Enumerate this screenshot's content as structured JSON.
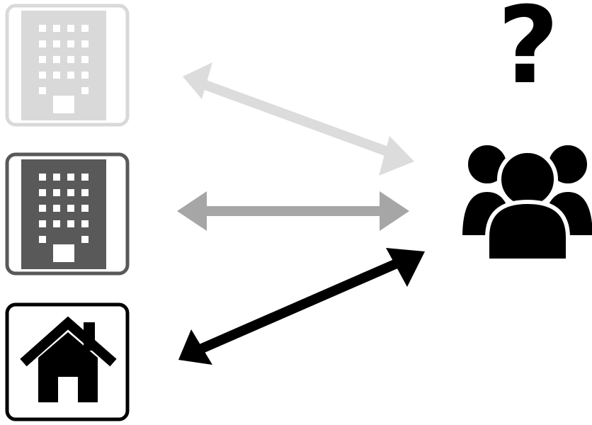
{
  "diagram": {
    "question_mark": "?",
    "colors": {
      "office_faded": "#d9d9d9",
      "office_medium": "#595959",
      "arrow_faded": "#dcdcdc",
      "arrow_medium": "#a6a6a6",
      "home": "#000000",
      "group": "#000000",
      "background": "#ffffff"
    },
    "nodes": [
      {
        "id": "office-building-faded",
        "icon": "office-building-icon",
        "shade": "office_faded"
      },
      {
        "id": "office-building",
        "icon": "office-building-icon",
        "shade": "office_medium"
      },
      {
        "id": "home",
        "icon": "home-icon",
        "shade": "home"
      },
      {
        "id": "people-group",
        "icon": "people-group-icon",
        "shade": "group"
      }
    ],
    "connections": [
      {
        "from": "office-building-faded",
        "to": "people-group",
        "style": "double-arrow",
        "shade": "arrow_faded"
      },
      {
        "from": "office-building",
        "to": "people-group",
        "style": "double-arrow",
        "shade": "arrow_medium"
      },
      {
        "from": "home",
        "to": "people-group",
        "style": "double-arrow",
        "shade": "home"
      }
    ]
  }
}
